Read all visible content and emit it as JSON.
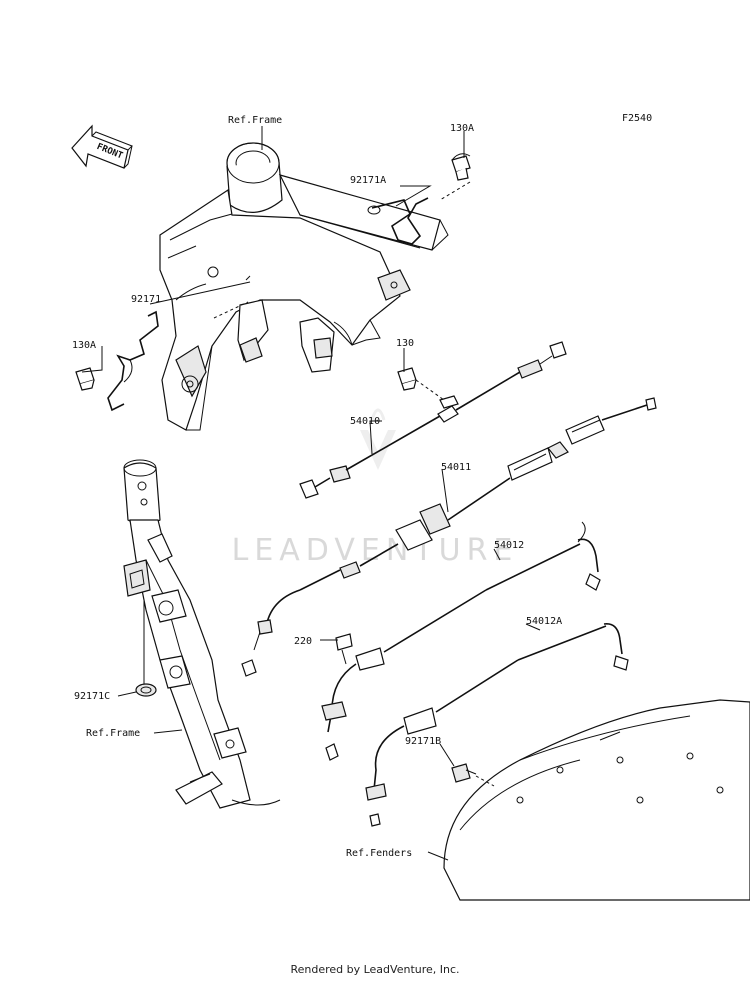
{
  "figure_code": "F2540",
  "front_arrow": "FRONT",
  "watermark": "LEADVENTURE",
  "footer": "Rendered by LeadVenture, Inc.",
  "labels": {
    "ref_frame_top": "Ref.Frame",
    "p130A_top": "130A",
    "p92171A": "92171A",
    "p92171": "92171",
    "p130A_left": "130A",
    "p130": "130",
    "p54010": "54010",
    "p54011": "54011",
    "p54012": "54012",
    "p54012A": "54012A",
    "p220": "220",
    "p92171C": "92171C",
    "ref_frame_bottom": "Ref.Frame",
    "p92171B": "92171B",
    "ref_fenders": "Ref.Fenders"
  }
}
